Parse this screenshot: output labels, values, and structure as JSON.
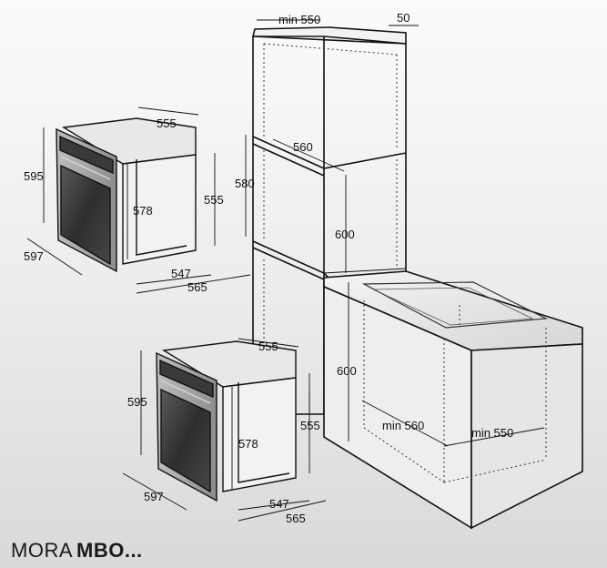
{
  "caption": {
    "brand": "MORA",
    "model": "MBO..."
  },
  "cabinet_dimensions": {
    "top_width": "min 550",
    "side_gap": "50",
    "niche_depth": "560",
    "niche_height_upper": "580",
    "niche_height_side": "600",
    "counter_niche_height": "600",
    "counter_depth": "min 560",
    "counter_width": "min 550"
  },
  "oven_upper": {
    "depth_top": "555",
    "height_front": "595",
    "inner_height": "578",
    "side_height": "555",
    "front_width": "597",
    "bottom_depth": "547",
    "total_depth": "565"
  },
  "oven_lower": {
    "depth_top": "555",
    "height_front": "595",
    "inner_height": "578",
    "side_height": "555",
    "front_width": "597",
    "bottom_depth": "547",
    "total_depth": "565"
  }
}
